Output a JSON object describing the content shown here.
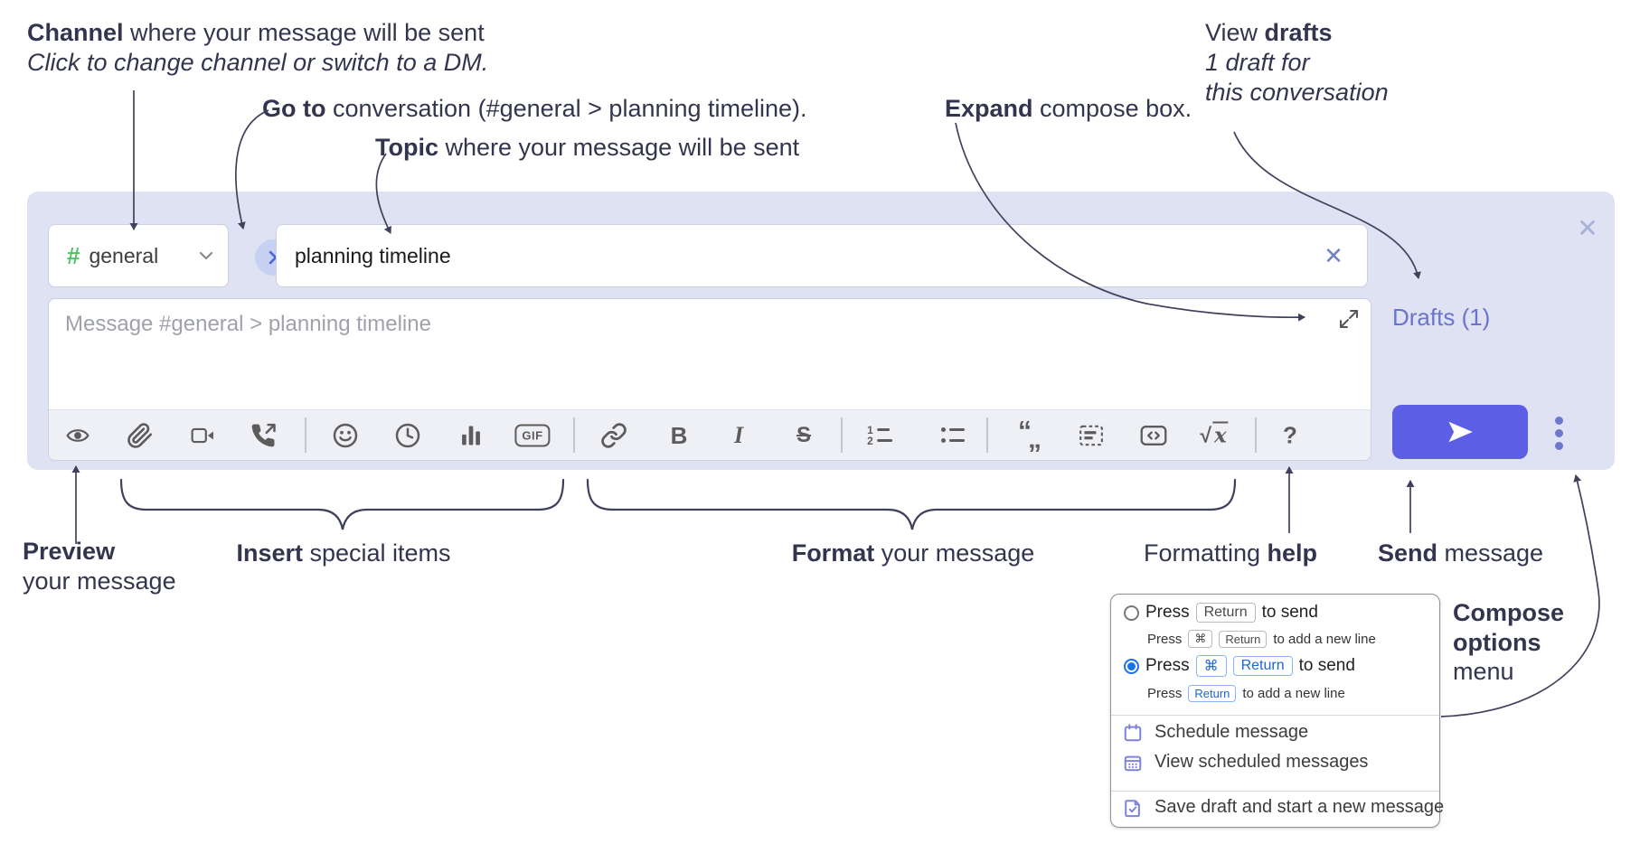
{
  "annotations": {
    "channel": {
      "bold": "Channel",
      "rest": " where your message will be sent",
      "sub": "Click to change channel or switch to a DM."
    },
    "goto": {
      "bold": "Go to",
      "rest": " conversation (#general > planning timeline)."
    },
    "topic": {
      "bold": "Topic",
      "rest": " where your message will be sent"
    },
    "expand": {
      "bold": "Expand",
      "rest": " compose box."
    },
    "drafts": {
      "pre": "View ",
      "bold": "drafts",
      "line2": "1 draft for",
      "line3": "this conversation"
    },
    "preview": {
      "bold": "Preview",
      "line2": "your message"
    },
    "insert": {
      "bold": "Insert",
      "rest": " special items"
    },
    "format": {
      "bold": "Format",
      "rest": " your message"
    },
    "help": {
      "pre": "Formatting ",
      "bold": "help"
    },
    "send": {
      "bold": "Send",
      "rest": " message"
    },
    "compose_options": {
      "bold1": "Compose",
      "bold2": "options",
      "rest": "menu"
    }
  },
  "compose": {
    "channel_hash": "#",
    "channel_name": "general",
    "topic_value": "planning timeline",
    "message_placeholder": "Message #general > planning timeline",
    "drafts_link": "Drafts (1)",
    "toolbar": {
      "gif": "GIF",
      "bold": "B",
      "italic": "I",
      "strike": "S",
      "quote_open": "“",
      "quote_close": "„",
      "ol_1": "1",
      "ol_2": "2",
      "math_root": "√",
      "math_x": "x",
      "help": "?"
    }
  },
  "icons": {
    "close": "✕"
  },
  "popup": {
    "option1": {
      "press": "Press",
      "key1": "Return",
      "suffix": "to send",
      "sub_press": "Press",
      "sub_key1": "⌘",
      "sub_key2": "Return",
      "sub_suffix": "to add a new line"
    },
    "option2": {
      "press": "Press",
      "key1": "⌘",
      "key2": "Return",
      "suffix": "to send",
      "sub_press": "Press",
      "sub_key1": "Return",
      "sub_suffix": "to add a new line"
    },
    "items": [
      "Schedule message",
      "View scheduled messages",
      "Save draft and start a new message"
    ]
  },
  "colors": {
    "panel_bg": "#dfe2f3",
    "send_button": "#5c5fe6",
    "drafts_link": "#6a74c9",
    "hash_green": "#54c168",
    "go_button_bg": "#c7d2f3",
    "popup_blue": "#1a73e8",
    "annotation_ink": "#33354f"
  }
}
